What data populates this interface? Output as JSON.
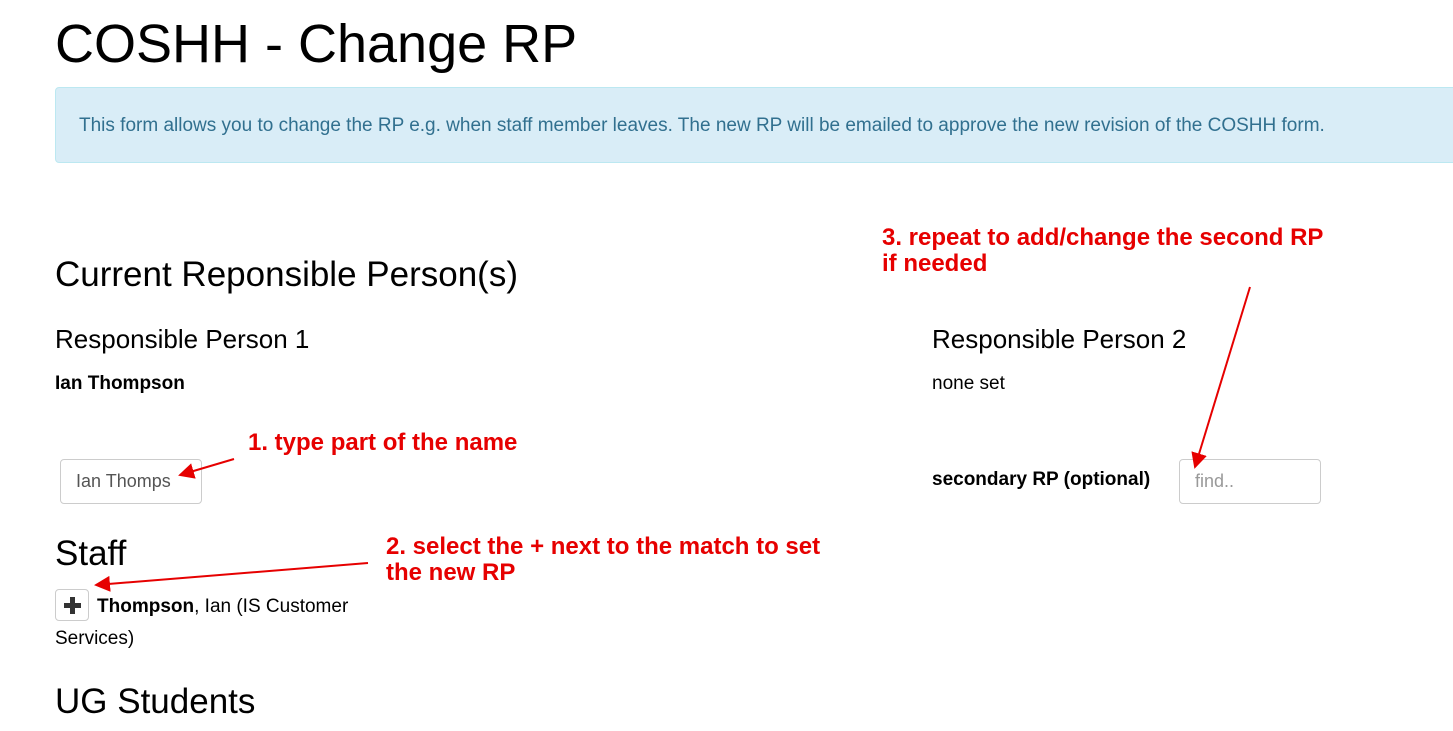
{
  "page": {
    "title": "COSHH - Change RP",
    "info_text": "This form allows you to change the RP e.g. when staff member leaves. The new RP will be emailed to approve the new revision of the COSHH form."
  },
  "current": {
    "heading": "Current Reponsible Person(s)",
    "rp1": {
      "label": "Responsible Person 1",
      "name": "Ian Thompson",
      "search_value": "Ian Thomps"
    },
    "rp2": {
      "label": "Responsible Person 2",
      "name": "none set",
      "secondary_label": "secondary RP (optional)",
      "search_placeholder": "find.."
    }
  },
  "results": {
    "staff_heading": "Staff",
    "staff_items": [
      {
        "surname": "Thompson",
        "rest": ", Ian (IS Customer Services)"
      }
    ],
    "ug_heading": "UG Students"
  },
  "annotations": {
    "step1": "1. type part of the name",
    "step2_line1": "2. select the + next to the match to set",
    "step2_line2": "the new RP",
    "step3_line1": "3. repeat to add/change the second RP",
    "step3_line2": "if needed",
    "color": "#e60000"
  },
  "colors": {
    "alert_background": "#d9edf7",
    "alert_border": "#bce8f1",
    "alert_text": "#31708f"
  },
  "icons": {
    "add_button": "plus-icon"
  }
}
